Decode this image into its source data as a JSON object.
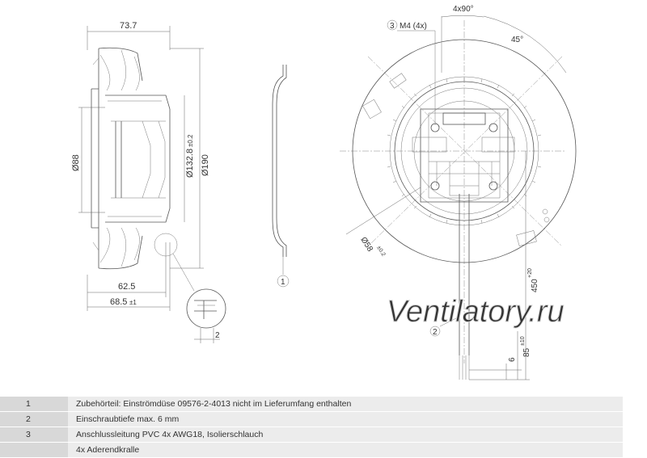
{
  "watermark": "Ventilatory.ru",
  "dimensions": {
    "width_top": "73.7",
    "hub_dia": "Ø88",
    "inner_dia": "Ø132.8",
    "inner_dia_tol": "±0.2",
    "outer_dia": "Ø190",
    "depth_62": "62.5",
    "depth_68": "68.5",
    "depth_68_tol": "±1",
    "detail_2": "2",
    "angle_4x90": "4x90°",
    "angle_45": "45°",
    "mount_dia": "Ø58",
    "mount_dia_tol": "±0.2",
    "cable_450": "450",
    "cable_450_tol": "+20",
    "cable_85": "85",
    "cable_85_tol": "±10",
    "cable_6": "6"
  },
  "callouts": {
    "c1": "1",
    "c2": "2",
    "c3": "3",
    "c3_label": "M4 (4x)"
  },
  "legend": [
    {
      "num": "1",
      "text": "Zubehörteil: Einströmdüse 09576-2-4013 nicht im Lieferumfang enthalten"
    },
    {
      "num": "2",
      "text": "Einschraubtiefe max. 6 mm"
    },
    {
      "num": "3",
      "text": "Anschlussleitung PVC 4x AWG18, Isolierschlauch"
    },
    {
      "num": "",
      "text": "4x Aderendkralle"
    }
  ]
}
